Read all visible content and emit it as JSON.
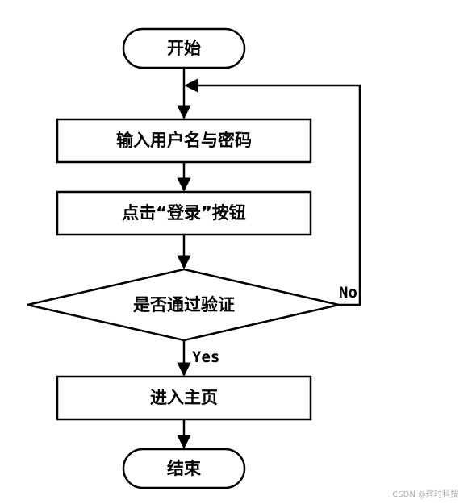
{
  "diagram": {
    "nodes": {
      "start": "开始",
      "input": "输入用户名与密码",
      "click": "点击“登录”按钮",
      "decision": "是否通过验证",
      "home": "进入主页",
      "end": "结束"
    },
    "edges": {
      "no": "No",
      "yes": "Yes"
    }
  },
  "watermark": "CSDN @辉时科技"
}
